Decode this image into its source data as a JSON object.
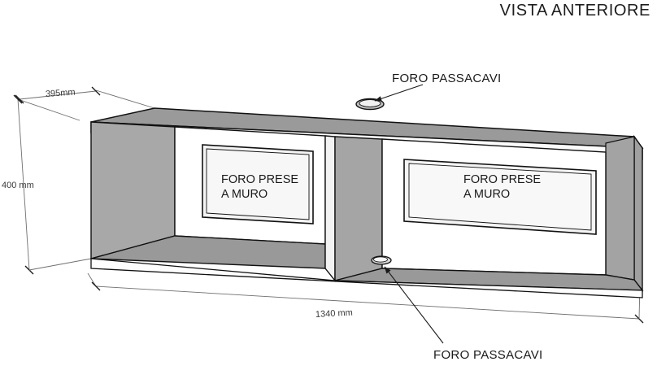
{
  "drawing": {
    "title": "VISTA ANTERIORE",
    "subject": "cabinet-isometric-technical-drawing"
  },
  "dimensions": {
    "depth": "395mm",
    "height": "400 mm",
    "width": "1340 mm"
  },
  "callouts": {
    "top_cable_hole": "FORO PASSACAVI",
    "bottom_cable_hole": "FORO PASSACAVI"
  },
  "panels": {
    "left_cutout_line1": "FORO PRESE",
    "left_cutout_line2": "A MURO",
    "right_cutout_line1": "FORO PRESE",
    "right_cutout_line2": "A MURO"
  },
  "colors": {
    "top_surface": "#9a9a9a",
    "left_inner_side": "#a8a8a8",
    "divider_face": "#a5a5a5",
    "bottom_shelf": "#999999",
    "right_outer_side": "#a0a0a0",
    "back_panel": "#ffffff",
    "outline": "#111111",
    "dimension_line": "#6a6a6a",
    "text": "#1a1a1a"
  }
}
